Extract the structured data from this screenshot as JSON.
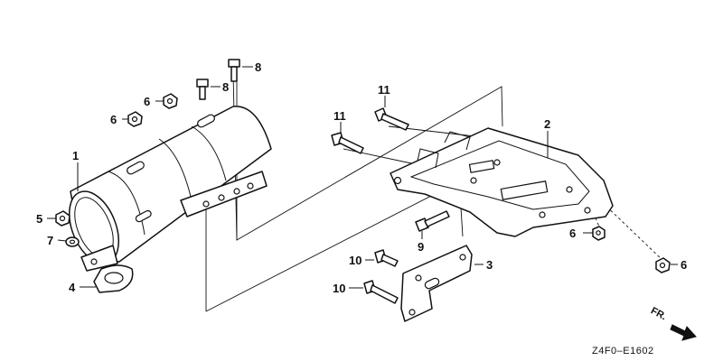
{
  "callouts": {
    "c1": "1",
    "c2": "2",
    "c3": "3",
    "c4": "4",
    "c5": "5",
    "c6a": "6",
    "c6b": "6",
    "c6c": "6",
    "c6d": "6",
    "c7": "7",
    "c8a": "8",
    "c8b": "8",
    "c9": "9",
    "c10a": "10",
    "c10b": "10",
    "c11a": "11",
    "c11b": "11"
  },
  "direction_label": "FR.",
  "diagram_code": "Z4F0–E1602",
  "icons": {
    "direction": "arrow-right-down-icon",
    "bolt": "bolt-icon",
    "nut": "nut-icon"
  }
}
